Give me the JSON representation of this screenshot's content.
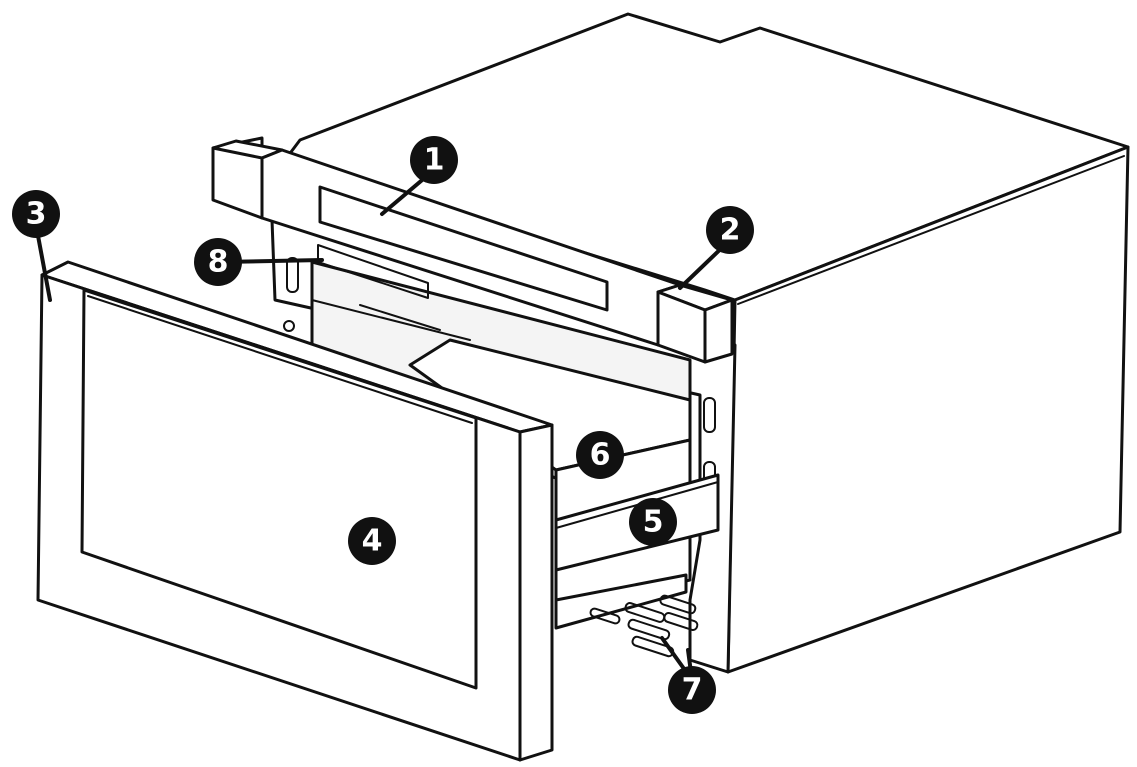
{
  "callouts": [
    {
      "id": "1",
      "label": "1"
    },
    {
      "id": "2",
      "label": "2"
    },
    {
      "id": "3",
      "label": "3"
    },
    {
      "id": "4",
      "label": "4"
    },
    {
      "id": "5",
      "label": "5"
    },
    {
      "id": "6",
      "label": "6"
    },
    {
      "id": "7",
      "label": "7"
    },
    {
      "id": "8",
      "label": "8"
    }
  ],
  "colors": {
    "line": "#111111",
    "badge": "#111111",
    "badge_text": "#ffffff",
    "background": "#ffffff"
  }
}
